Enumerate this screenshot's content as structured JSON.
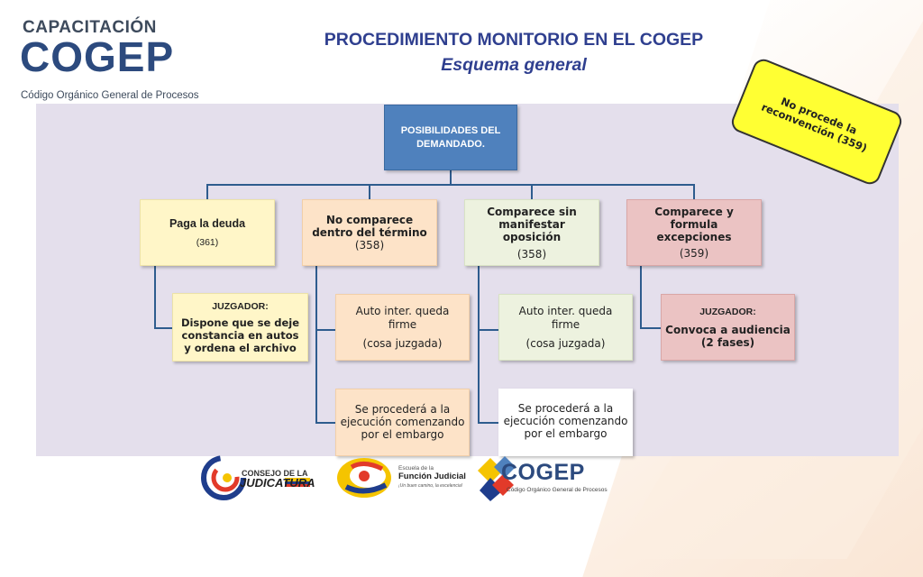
{
  "header": {
    "logo_line1": "CAPACITACIÓN",
    "logo_line2": "COGEP",
    "logo_line3": "Código Orgánico General de Procesos",
    "title": "PROCEDIMIENTO MONITORIO EN EL COGEP",
    "subtitle": "Esquema general"
  },
  "badge": {
    "line1": "No procede la",
    "line2": "reconvención (359)"
  },
  "diagram": {
    "root": {
      "line1": "POSIBILIDADES DEL",
      "line2": "DEMANDADO."
    },
    "branch1": {
      "title": "Paga la deuda",
      "ref": "(361)"
    },
    "branch1_child": {
      "label": "JUZGADOR:",
      "line1": "Dispone que se deje",
      "line2": "constancia en autos",
      "line3": "y ordena el archivo"
    },
    "branch2": {
      "line1": "No comparece",
      "line2": "dentro del término",
      "ref": "(358)"
    },
    "branch2_child1": {
      "line1": "Auto inter. queda",
      "line2": "firme",
      "line3": "(cosa juzgada)"
    },
    "branch2_child2": {
      "line1": "Se procederá a la",
      "line2": "ejecución comenzando",
      "line3": "por el embargo"
    },
    "branch3": {
      "line1": "Comparece sin",
      "line2": "manifestar",
      "line3": "oposición",
      "ref": "(358)"
    },
    "branch3_child1": {
      "line1": "Auto inter. queda",
      "line2": "firme",
      "line3": "(cosa juzgada)"
    },
    "branch3_child2": {
      "line1": "Se procederá a la",
      "line2": "ejecución comenzando",
      "line3": "por el embargo"
    },
    "branch4": {
      "line1": "Comparece y",
      "line2": "formula",
      "line3": "excepciones",
      "ref": "(359)"
    },
    "branch4_child": {
      "label": "JUZGADOR:",
      "line1": "Convoca a audiencia",
      "line2": "(2 fases)"
    }
  },
  "footer": {
    "consejo_line1": "CONSEJO DE LA",
    "consejo_line2": "JUDICATURA",
    "escuela_line1": "Escuela de la",
    "escuela_line2": "Función Judicial",
    "escuela_line3": "¡Un buen camino, la excelencia!",
    "cogep_name": "COGEP",
    "cogep_sub": "Código Orgánico General de Procesos"
  },
  "colors": {
    "root": "#4f81bd",
    "title": "#2f3f8f",
    "panel": "#e4dfec",
    "badge": "#ffff33",
    "connector": "#2e5c8e"
  }
}
